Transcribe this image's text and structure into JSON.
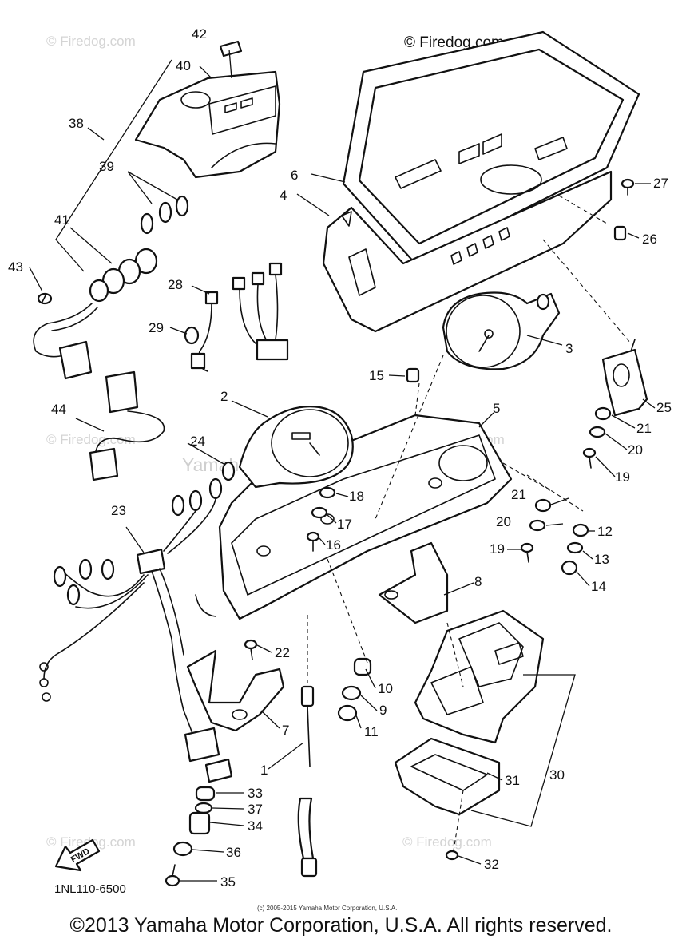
{
  "watermarks": {
    "firedog_main": "© Firedog.com",
    "firedog_faint": "© Firedog.com",
    "yamaha": "Yamaha Motor Corp. U.S.A."
  },
  "callouts": [
    {
      "id": "1",
      "label": "1"
    },
    {
      "id": "2",
      "label": "2"
    },
    {
      "id": "3",
      "label": "3"
    },
    {
      "id": "4",
      "label": "4"
    },
    {
      "id": "5",
      "label": "5"
    },
    {
      "id": "6",
      "label": "6"
    },
    {
      "id": "7",
      "label": "7"
    },
    {
      "id": "8",
      "label": "8"
    },
    {
      "id": "9",
      "label": "9"
    },
    {
      "id": "10",
      "label": "10"
    },
    {
      "id": "11",
      "label": "11"
    },
    {
      "id": "12",
      "label": "12"
    },
    {
      "id": "13",
      "label": "13"
    },
    {
      "id": "14",
      "label": "14"
    },
    {
      "id": "15",
      "label": "15"
    },
    {
      "id": "16",
      "label": "16"
    },
    {
      "id": "17",
      "label": "17"
    },
    {
      "id": "18",
      "label": "18"
    },
    {
      "id": "19a",
      "label": "19"
    },
    {
      "id": "19b",
      "label": "19"
    },
    {
      "id": "20a",
      "label": "20"
    },
    {
      "id": "20b",
      "label": "20"
    },
    {
      "id": "21a",
      "label": "21"
    },
    {
      "id": "21b",
      "label": "21"
    },
    {
      "id": "22",
      "label": "22"
    },
    {
      "id": "23",
      "label": "23"
    },
    {
      "id": "24",
      "label": "24"
    },
    {
      "id": "25",
      "label": "25"
    },
    {
      "id": "26",
      "label": "26"
    },
    {
      "id": "27",
      "label": "27"
    },
    {
      "id": "28",
      "label": "28"
    },
    {
      "id": "29",
      "label": "29"
    },
    {
      "id": "30",
      "label": "30"
    },
    {
      "id": "31",
      "label": "31"
    },
    {
      "id": "32",
      "label": "32"
    },
    {
      "id": "33",
      "label": "33"
    },
    {
      "id": "34",
      "label": "34"
    },
    {
      "id": "35",
      "label": "35"
    },
    {
      "id": "36",
      "label": "36"
    },
    {
      "id": "37",
      "label": "37"
    },
    {
      "id": "38",
      "label": "38"
    },
    {
      "id": "39",
      "label": "39"
    },
    {
      "id": "40",
      "label": "40"
    },
    {
      "id": "41",
      "label": "41"
    },
    {
      "id": "42",
      "label": "42"
    },
    {
      "id": "43",
      "label": "43"
    },
    {
      "id": "44",
      "label": "44"
    }
  ],
  "fwd_label": "FWD",
  "part_number": "1NL110-6500",
  "small_copyright": "(c) 2005-2015 Yamaha Motor Corporation, U.S.A.",
  "footer": "©2013 Yamaha Motor Corporation, U.S.A. All rights reserved."
}
